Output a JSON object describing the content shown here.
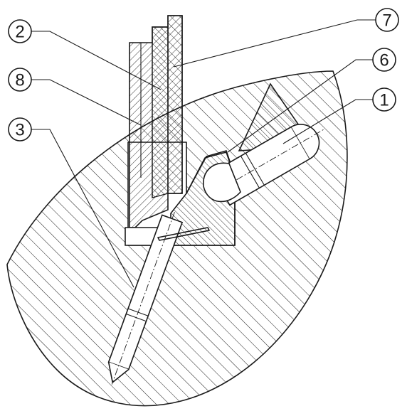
{
  "callouts": [
    {
      "id": "c2",
      "label": "2"
    },
    {
      "id": "c7",
      "label": "7"
    },
    {
      "id": "c8",
      "label": "8"
    },
    {
      "id": "c6",
      "label": "6"
    },
    {
      "id": "c3",
      "label": "3"
    },
    {
      "id": "c1",
      "label": "1"
    }
  ],
  "colors": {
    "ink": "#1a1a1a",
    "paper": "#ffffff"
  }
}
